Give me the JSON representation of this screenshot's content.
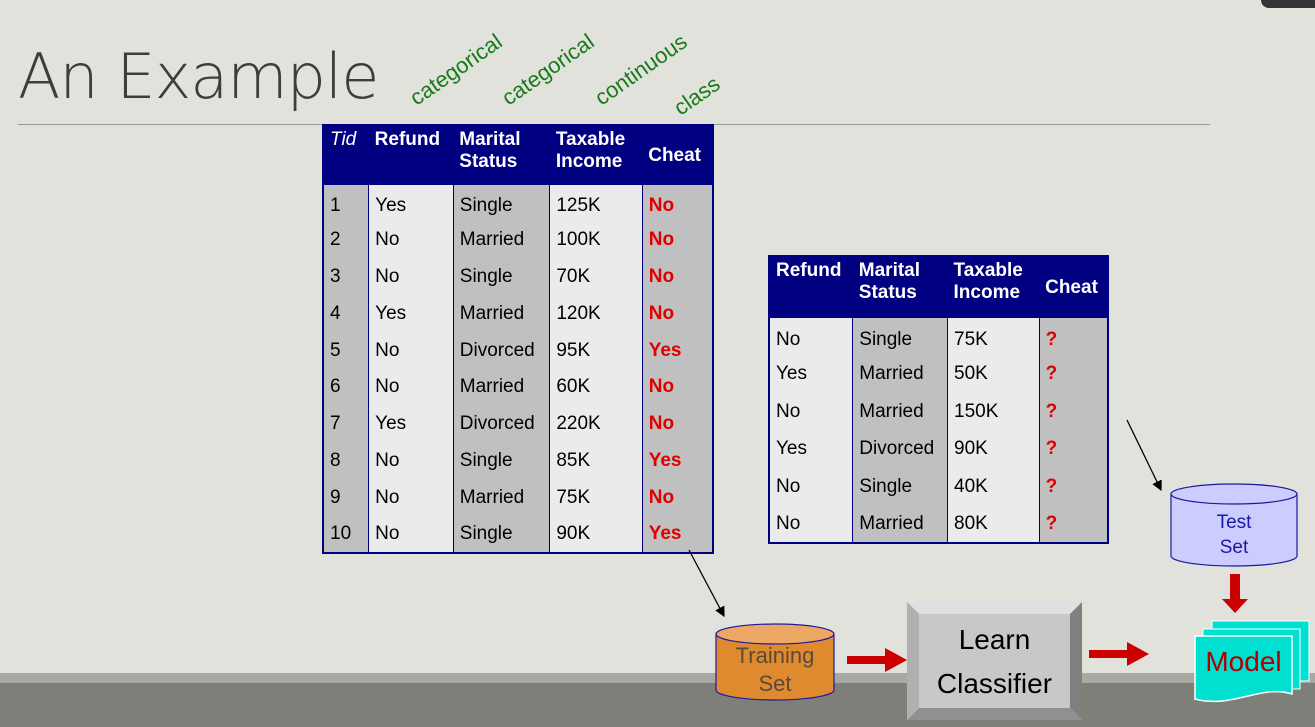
{
  "title": "An Example",
  "column_types": [
    "categorical",
    "categorical",
    "continuous",
    "class"
  ],
  "training": {
    "headers": [
      "Tid",
      "Refund",
      "Marital Status",
      "Taxable Income",
      "Cheat"
    ],
    "rows": [
      [
        "1",
        "Yes",
        "Single",
        "125K",
        "No"
      ],
      [
        "2",
        "No",
        "Married",
        "100K",
        "No"
      ],
      [
        "3",
        "No",
        "Single",
        "70K",
        "No"
      ],
      [
        "4",
        "Yes",
        "Married",
        "120K",
        "No"
      ],
      [
        "5",
        "No",
        "Divorced",
        "95K",
        "Yes"
      ],
      [
        "6",
        "No",
        "Married",
        "60K",
        "No"
      ],
      [
        "7",
        "Yes",
        "Divorced",
        "220K",
        "No"
      ],
      [
        "8",
        "No",
        "Single",
        "85K",
        "Yes"
      ],
      [
        "9",
        "No",
        "Married",
        "75K",
        "No"
      ],
      [
        "10",
        "No",
        "Single",
        "90K",
        "Yes"
      ]
    ]
  },
  "test": {
    "headers": [
      "Refund",
      "Marital Status",
      "Taxable Income",
      "Cheat"
    ],
    "rows": [
      [
        "No",
        "Single",
        "75K",
        "?"
      ],
      [
        "Yes",
        "Married",
        "50K",
        "?"
      ],
      [
        "No",
        "Married",
        "150K",
        "?"
      ],
      [
        "Yes",
        "Divorced",
        "90K",
        "?"
      ],
      [
        "No",
        "Single",
        "40K",
        "?"
      ],
      [
        "No",
        "Married",
        "80K",
        "?"
      ]
    ]
  },
  "diagram": {
    "training_set": [
      "Training",
      "Set"
    ],
    "test_set": [
      "Test",
      "Set"
    ],
    "learn": [
      "Learn",
      "Classifier"
    ],
    "model": "Model"
  },
  "colors": {
    "header": "#000080",
    "label": "#1a7a1a",
    "class_value": "#e00000",
    "arrow": "#cc0000"
  }
}
